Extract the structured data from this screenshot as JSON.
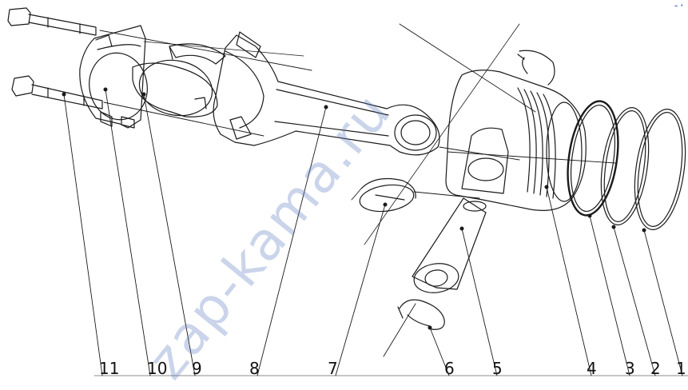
{
  "watermark": "zap-kama.ru",
  "corner_mark": "-·",
  "callouts": [
    "11",
    "10",
    "9",
    "8",
    "7",
    "6",
    "5",
    "4",
    "3",
    "2",
    "1"
  ],
  "colors": {
    "line": "#1a1a1a",
    "watermark": "#5a78be"
  }
}
